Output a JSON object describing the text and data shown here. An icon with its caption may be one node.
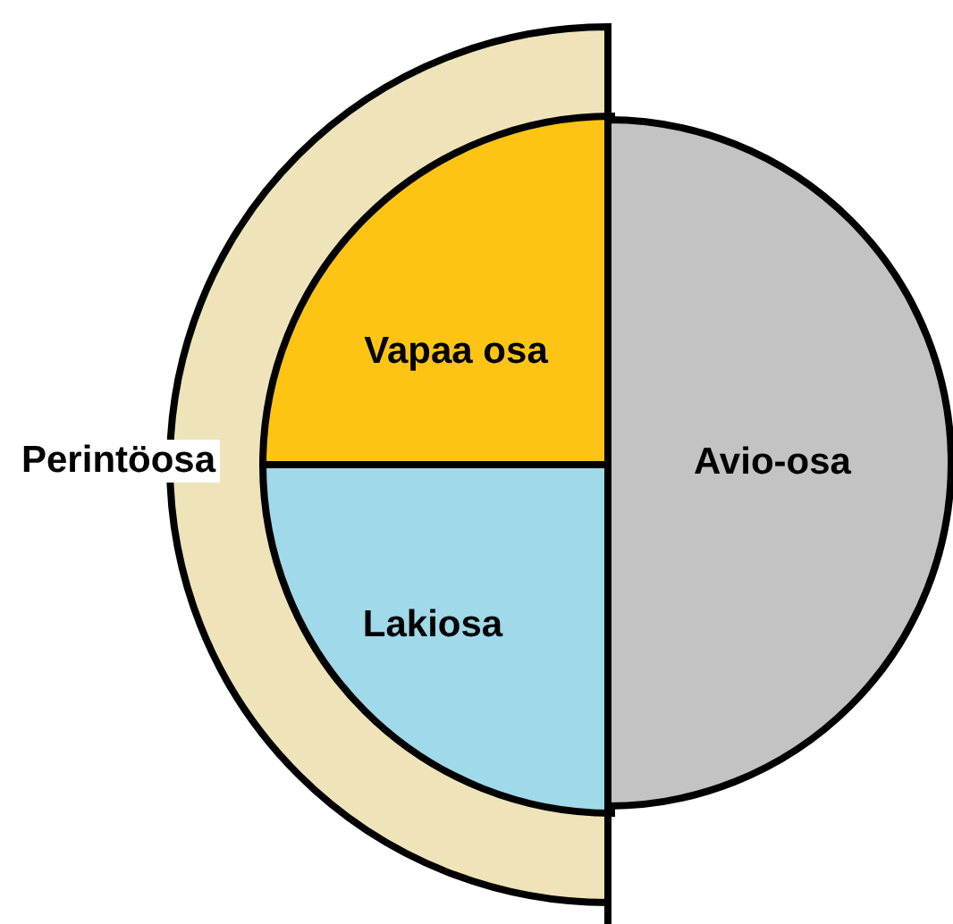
{
  "diagram": {
    "nodes": [
      {
        "text": [
          "Perintöosa"
        ]
      },
      {
        "text": [
          "Vapaa osa"
        ],
        "in": 0
      },
      {
        "text": [
          "Lakiosa"
        ],
        "in": 0
      },
      {
        "text": [
          "Avio-osa"
        ]
      }
    ]
  }
}
